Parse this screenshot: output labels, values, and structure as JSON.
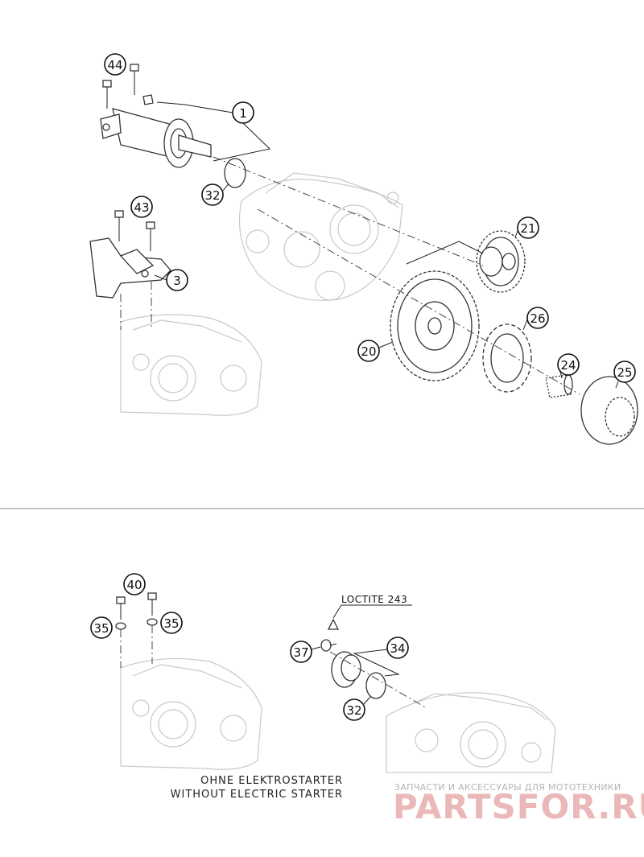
{
  "callouts": {
    "c44": "44",
    "c1": "1",
    "c32a": "32",
    "c43": "43",
    "c3": "3",
    "c21": "21",
    "c26": "26",
    "c20": "20",
    "c24": "24",
    "c25": "25",
    "c40": "40",
    "c35a": "35",
    "c35b": "35",
    "c37": "37",
    "c34": "34",
    "c32b": "32"
  },
  "labels": {
    "loctite": "LOCTITE 243",
    "caption_de": "OHNE ELEKTROSTARTER",
    "caption_en": "WITHOUT ELECTRIC STARTER"
  },
  "watermark": {
    "small": "ЗАПЧАСТИ И АКСЕССУАРЫ ДЛЯ МОТОТЕХНИКИ",
    "big": "PARTSFOR.RU"
  },
  "colors": {
    "line": "#333333",
    "ghost": "#c9c9c9",
    "watermark": "#e3a1a1"
  }
}
